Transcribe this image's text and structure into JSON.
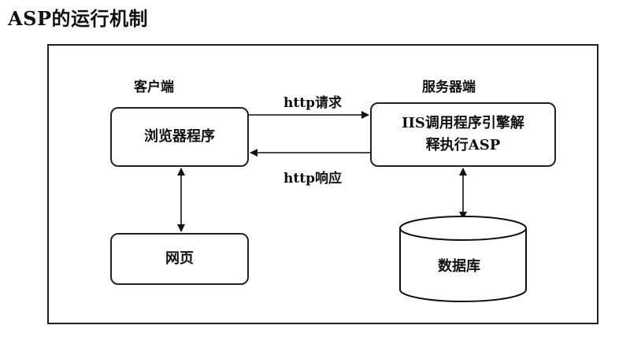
{
  "title": "ASP的运行机制",
  "client": {
    "heading": "客户端",
    "browser": "浏览器程序",
    "webpage": "网页"
  },
  "server": {
    "heading": "服务器端",
    "iis_line1": "IIS调用程序引擎解",
    "iis_line2": "释执行ASP",
    "database": "数据库"
  },
  "arrows": {
    "request": "http请求",
    "response": "http响应"
  }
}
